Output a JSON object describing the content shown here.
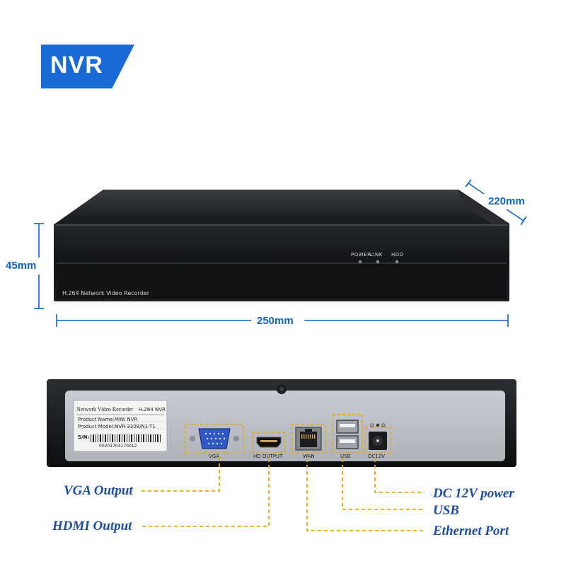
{
  "badge": {
    "text": "NVR"
  },
  "dimensions": {
    "height": "45mm",
    "width": "250mm",
    "depth": "220mm"
  },
  "front_panel": {
    "brand_text": "H.264 Network Video Recorder",
    "led_labels": [
      "POWER",
      "LINK",
      "HDD"
    ]
  },
  "rear_sticker": {
    "title": "Network Video Recorder",
    "model_code": "H.264 NVR",
    "product_name": "Product Name:MINI NVR",
    "product_model": "Product Model:NVR-3308/N1-T1",
    "sn_label": "S/N:",
    "sn_number": "00201704170012"
  },
  "port_labels": {
    "vga": "VGA",
    "hdmi": "HD OUTPUT",
    "wan": "WAN",
    "usb": "USB",
    "dc": "DC12V"
  },
  "callouts": {
    "vga": "VGA Output",
    "hdmi": "HDMI Output",
    "dc": "DC 12V power",
    "usb": "USB",
    "ethernet": "Ethernet Port"
  },
  "colors": {
    "accent": "#1a6ad6",
    "callout": "#1b4ea8",
    "dashed": "#f0a500",
    "dimension": "#0e63c9"
  }
}
